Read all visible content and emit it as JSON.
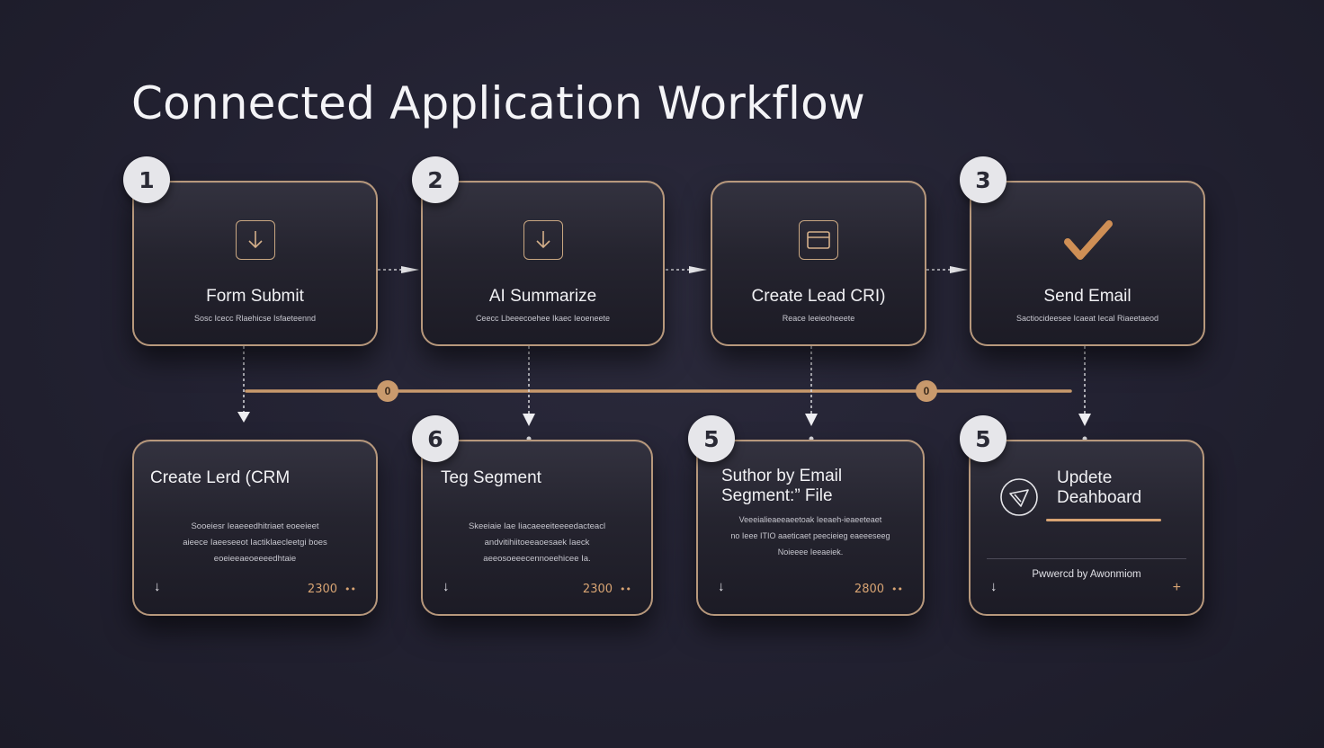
{
  "title": "Connected Application Workflow",
  "colors": {
    "accent": "#d8a473",
    "border": "#b7987c",
    "background": "#232232"
  },
  "top_cards": [
    {
      "badge": "1",
      "icon": "download-icon",
      "title": "Form Submit",
      "subtitle": "Sosc Icecc Rlaehicse Isfaeteennd"
    },
    {
      "badge": "2",
      "icon": "download-icon",
      "title": "AI Summarize",
      "subtitle": "Ceecc Lbeeecoehee Ikaec Ieoeneete"
    },
    {
      "badge": "",
      "icon": "window-icon",
      "title": "Create Lead CRI)",
      "subtitle": "Reace Ieeieoheeete"
    },
    {
      "badge": "3",
      "icon": "checkmark-icon",
      "title": "Send Email",
      "subtitle": "Sactiocideesee Icaeat Iecal Riaeetaeod"
    }
  ],
  "timeline_nodes": [
    "0",
    "0"
  ],
  "bottom_cards": [
    {
      "badge": "",
      "title": "Create Lerd (CRM",
      "desc": [
        "Sooeiesr Ieaeeedhitriaet eoeeieet",
        "aieece Iaeeseeot Iactiklaecleetgi boes",
        "eoeieeaeoeeeedhtaie"
      ],
      "value": "2300",
      "mark": "••"
    },
    {
      "badge": "6",
      "title": "Teg Segment",
      "desc": [
        "Skeeiaie Iae Iiacaeeeiteeeedacteacl",
        "andvitihiitoeeaoesaek Iaeck",
        "aeeosoeeecennoeehicee Ia."
      ],
      "value": "2300",
      "mark": "••"
    },
    {
      "badge": "5",
      "title": "Suthor by  Email\nSegment:”  File",
      "desc": [
        "Veeeialieaeeaeetoak Ieeaeh-ieaeeteaet",
        "no Ieee ITIO aaeticaet peecieieg eaeeeseeg",
        "Noieeee Ieeaeiek."
      ],
      "value": "2800",
      "mark": "••"
    },
    {
      "badge": "5",
      "title": "Updete\nDeahboard",
      "desc": [],
      "footer": "Pwwercd by Awonmiom",
      "value": "",
      "mark": ""
    }
  ]
}
